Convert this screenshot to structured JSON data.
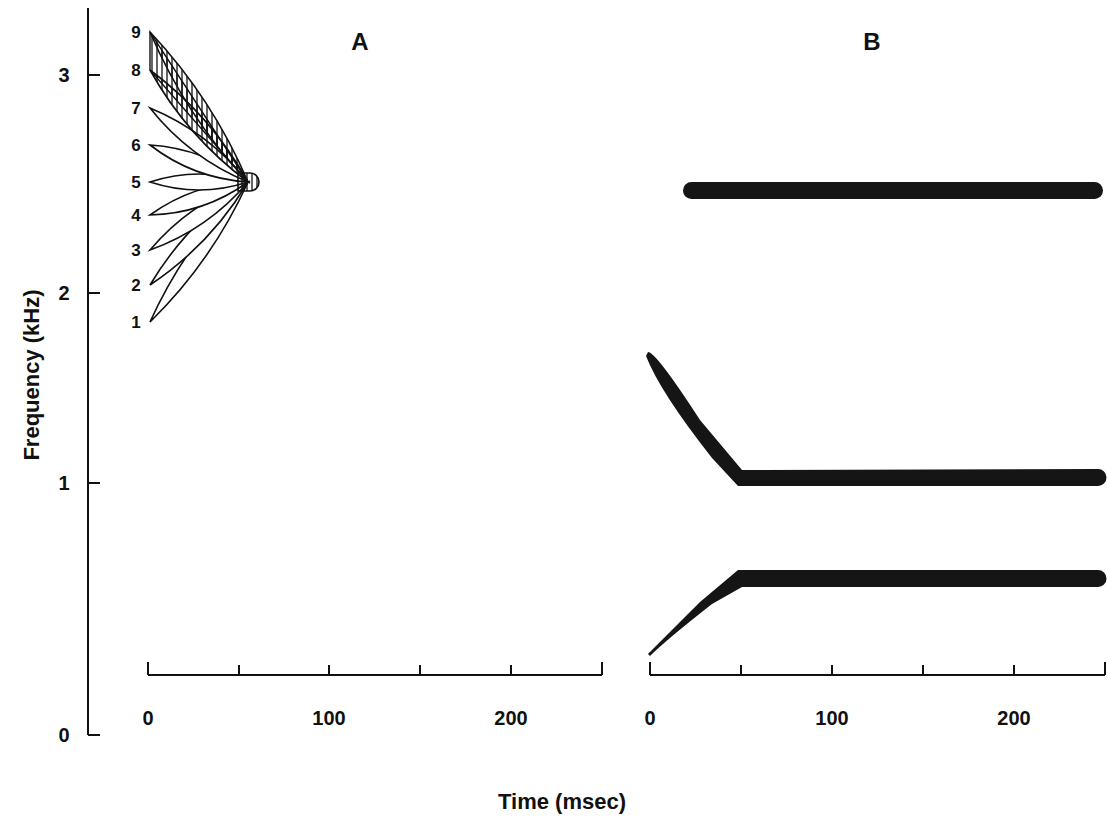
{
  "diagram": {
    "labels": [
      "A",
      "B",
      "Frequency (kHz)",
      "3",
      "2",
      "1",
      "0",
      "9",
      "8",
      "7",
      "6",
      "5",
      "4",
      "3",
      "2",
      "1",
      "0",
      "100",
      "200",
      "0",
      "100",
      "200",
      "Time (msec)"
    ]
  }
}
